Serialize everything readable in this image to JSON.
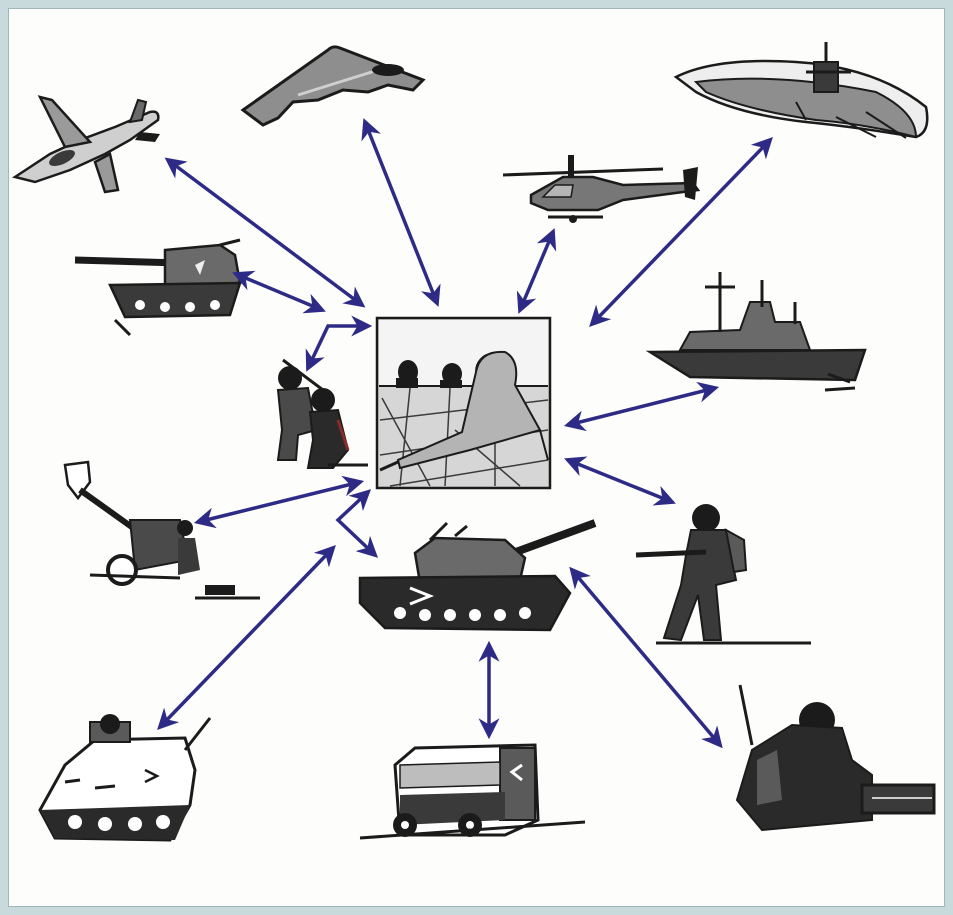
{
  "diagram": {
    "colors": {
      "background": "#c9dadd",
      "panel": "#fdfdfb",
      "arrow": "#2e2b86",
      "ink": "#1b1b1b"
    },
    "nodes": [
      {
        "id": "command-center",
        "icon": "command-post-icon"
      },
      {
        "id": "fighter-jet",
        "icon": "fighter-jet-icon"
      },
      {
        "id": "stealth-bomber",
        "icon": "stealth-bomber-icon"
      },
      {
        "id": "attack-helicopter",
        "icon": "attack-helicopter-icon"
      },
      {
        "id": "submarine",
        "icon": "submarine-icon"
      },
      {
        "id": "self-propelled-howitzer",
        "icon": "self-propelled-howitzer-icon"
      },
      {
        "id": "warship",
        "icon": "warship-icon"
      },
      {
        "id": "kneeling-soldiers",
        "icon": "kneeling-soldiers-icon"
      },
      {
        "id": "towed-artillery",
        "icon": "towed-artillery-icon"
      },
      {
        "id": "main-battle-tank",
        "icon": "main-battle-tank-icon"
      },
      {
        "id": "infantry-soldier",
        "icon": "infantry-soldier-icon"
      },
      {
        "id": "armored-personnel-carrier",
        "icon": "armored-personnel-carrier-icon"
      },
      {
        "id": "military-truck",
        "icon": "military-truck-icon"
      },
      {
        "id": "radio-operator",
        "icon": "radio-operator-icon"
      }
    ],
    "links": [
      {
        "from": "command-center",
        "to": "fighter-jet",
        "type": "bidirectional"
      },
      {
        "from": "command-center",
        "to": "stealth-bomber",
        "type": "bidirectional"
      },
      {
        "from": "command-center",
        "to": "attack-helicopter",
        "type": "bidirectional"
      },
      {
        "from": "command-center",
        "to": "submarine",
        "type": "bidirectional"
      },
      {
        "from": "command-center",
        "to": "self-propelled-howitzer",
        "type": "bidirectional"
      },
      {
        "from": "command-center",
        "to": "kneeling-soldiers",
        "type": "bidirectional"
      },
      {
        "from": "command-center",
        "to": "warship",
        "type": "bidirectional"
      },
      {
        "from": "command-center",
        "to": "towed-artillery",
        "type": "bidirectional"
      },
      {
        "from": "command-center",
        "to": "main-battle-tank",
        "type": "bidirectional"
      },
      {
        "from": "command-center",
        "to": "infantry-soldier",
        "type": "bidirectional"
      },
      {
        "from": "main-battle-tank",
        "to": "armored-personnel-carrier",
        "type": "bidirectional"
      },
      {
        "from": "main-battle-tank",
        "to": "military-truck",
        "type": "bidirectional"
      },
      {
        "from": "main-battle-tank",
        "to": "radio-operator",
        "type": "bidirectional"
      }
    ]
  }
}
